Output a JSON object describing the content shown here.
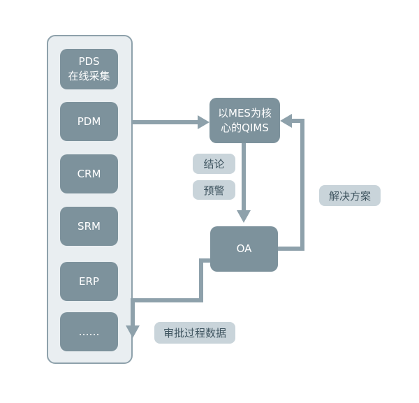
{
  "systems": [
    {
      "line1": "PDS",
      "line2": "在线采集"
    },
    {
      "line1": "PDM",
      "line2": ""
    },
    {
      "line1": "CRM",
      "line2": ""
    },
    {
      "line1": "SRM",
      "line2": ""
    },
    {
      "line1": "ERP",
      "line2": ""
    },
    {
      "line1": "……",
      "line2": ""
    }
  ],
  "qims": {
    "line1": "以MES为核",
    "line2": "心的QIMS"
  },
  "oa": {
    "label": "OA"
  },
  "tags": {
    "conclusion": "结论",
    "warning": "预警",
    "solution": "解决方案",
    "approval": "审批过程数据"
  },
  "colors": {
    "node": "#7d929c",
    "panel_fill": "#e9eef1",
    "panel_border": "#8ea1ab",
    "tag_fill": "#c9d4da",
    "arrow": "#8ea1ab"
  }
}
